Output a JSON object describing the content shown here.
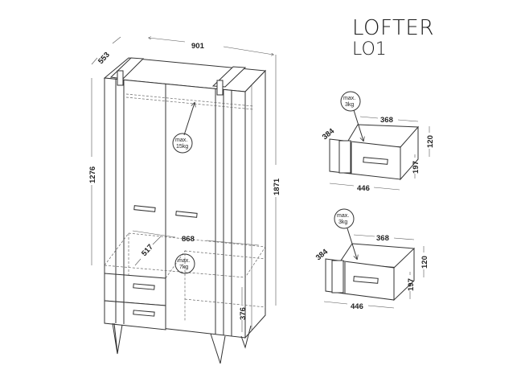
{
  "header": {
    "product_name": "LOFTER",
    "model_code": "LO1"
  },
  "wardrobe": {
    "dimensions": {
      "width": "901",
      "depth": "553",
      "height_total": "1871",
      "height_upper": "1276",
      "inner_width": "868",
      "inner_depth": "517",
      "lower_compartment_height": "376"
    },
    "load_labels": {
      "rail": [
        "max.",
        "15kg"
      ],
      "shelf": [
        "max.",
        "7kg"
      ]
    }
  },
  "drawers": [
    {
      "dimensions": {
        "inner_width": "368",
        "depth": "384",
        "front_width": "446",
        "box_height": "120",
        "front_height": "197"
      },
      "load_label": [
        "max.",
        "3kg"
      ],
      "state": "partially-open"
    },
    {
      "dimensions": {
        "inner_width": "368",
        "depth": "384",
        "front_width": "446",
        "box_height": "120",
        "front_height": "197"
      },
      "load_label": [
        "max.",
        "3kg"
      ],
      "state": "open"
    }
  ],
  "colors": {
    "line": "#333333",
    "background": "#ffffff"
  }
}
